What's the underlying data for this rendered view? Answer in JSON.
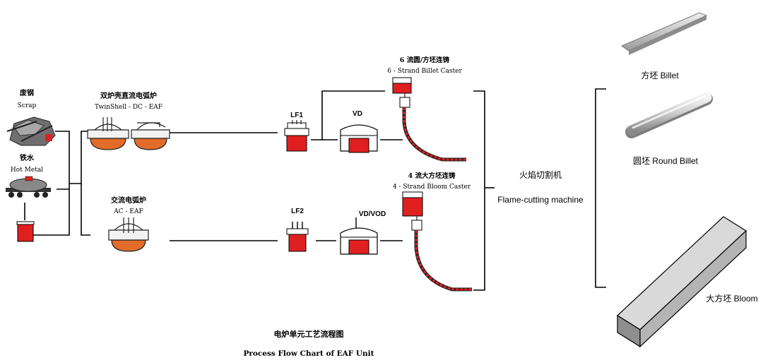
{
  "colors": {
    "ladle_red": "#e02020",
    "line": "#000000",
    "steel_light": "#d8d8d8",
    "steel_dark": "#7a7a7a",
    "bloom_face": "#b7b7b7"
  },
  "inputs": {
    "scrap_cn": "废钢",
    "scrap_en": "Scrap",
    "hot_metal_cn": "铁水",
    "hot_metal_en": "Hot Metal"
  },
  "furnaces": {
    "twinshell_cn": "双炉壳直流电弧炉",
    "twinshell_en": "TwinShell - DC - EAF",
    "ac_eaf_cn": "交流电弧炉",
    "ac_eaf_en": "AC - EAF"
  },
  "refining": {
    "lf1": "LF1",
    "lf2": "LF2",
    "vd": "VD",
    "vd_vod": "VD/VOD"
  },
  "casters": {
    "billet_cn": "6 流圆/方坯连铸",
    "billet_en": "6 - Strand Billet Caster",
    "bloom_cn": "4 流大方坯连铸",
    "bloom_en": "4 - Strand Bloom Caster"
  },
  "cutting": {
    "cn": "火焰切割机",
    "en": "Flame-cutting machine"
  },
  "products": {
    "billet": "方坯  Billet",
    "round_billet": "圆坯  Round  Billet",
    "bloom": "大方坯 Bloom"
  },
  "title": {
    "cn": "电炉单元工艺流程图",
    "en": "Process Flow Chart of EAF Unit"
  }
}
